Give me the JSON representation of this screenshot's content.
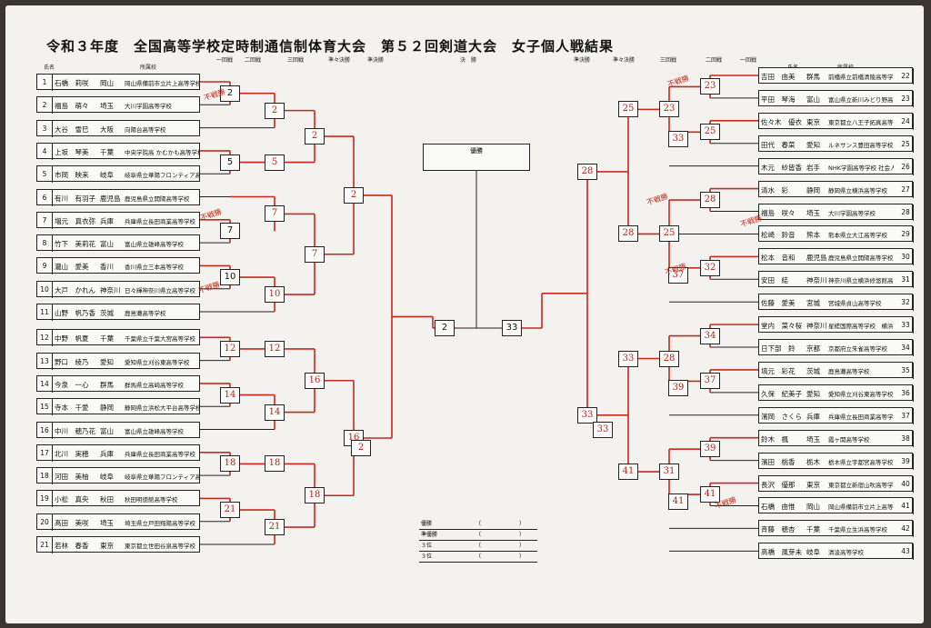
{
  "title": "令和３年度　全国高等学校定時制通信制体育大会　第５２回剣道大会　女子個人戦結果",
  "round_headers_left": [
    "一回戦",
    "二回戦",
    "三回戦",
    "準々決勝",
    "準決勝"
  ],
  "round_headers_right": [
    "準決勝",
    "準々決勝",
    "三回戦",
    "二回戦",
    "一回戦"
  ],
  "final_header": "決　勝",
  "col_headers": {
    "name": "氏名",
    "school": "所属校"
  },
  "champion_label": "優勝",
  "results": [
    {
      "label": "優勝",
      "paren": "（　　　　　　　）"
    },
    {
      "label": "準優勝",
      "paren": "（　　　　　　　）"
    },
    {
      "label": "３位",
      "paren": "（　　　　　　　）"
    },
    {
      "label": "３位",
      "paren": "（　　　　　　　）"
    }
  ],
  "left_players": [
    {
      "no": "1",
      "name": "石橋　莉咲",
      "pref": "岡山",
      "school": "岡山県備前市立片上高等学校"
    },
    {
      "no": "2",
      "name": "福島　萌々",
      "pref": "埼玉",
      "school": "大川学園高等学校"
    },
    {
      "no": "3",
      "name": "大谷　雪巳",
      "pref": "大阪",
      "school": "向陽台高等学校"
    },
    {
      "no": "4",
      "name": "上坂　琴美",
      "pref": "千葉",
      "school": "中央学院高 かむかも高等学校 鶴ヶキャンパス"
    },
    {
      "no": "5",
      "name": "市岡　映来",
      "pref": "岐阜",
      "school": "岐阜県立華陽フロンティア高等学校"
    },
    {
      "no": "6",
      "name": "有川　有羽子",
      "pref": "鹿児島",
      "school": "鹿児島県立開陽高等学校"
    },
    {
      "no": "7",
      "name": "増元　真衣弥",
      "pref": "兵庫",
      "school": "兵庫県立長田商業高等学校"
    },
    {
      "no": "8",
      "name": "竹下　美莉花",
      "pref": "富山",
      "school": "富山県立雄峰高等学校"
    },
    {
      "no": "9",
      "name": "瀧山　愛美",
      "pref": "香川",
      "school": "香川県立三本高等学校"
    },
    {
      "no": "10",
      "name": "大戸　かれん",
      "pref": "神奈川",
      "school": "日々輝神奈川県立高等学校"
    },
    {
      "no": "11",
      "name": "山野　帆乃香",
      "pref": "茨城",
      "school": "鹿島灘高等学校"
    },
    {
      "no": "12",
      "name": "中野　帆夏",
      "pref": "千葉",
      "school": "千葉県立千葉大宮高等学校"
    },
    {
      "no": "13",
      "name": "野口　綾乃",
      "pref": "愛知",
      "school": "愛知県立刈谷東高等学校"
    },
    {
      "no": "14",
      "name": "今泉　一心",
      "pref": "群馬",
      "school": "群馬県立高崎高等学校"
    },
    {
      "no": "15",
      "name": "寺本　千愛",
      "pref": "静岡",
      "school": "静岡県立浜松大平台高等学校"
    },
    {
      "no": "16",
      "name": "中川　穂乃花",
      "pref": "富山",
      "school": "富山県立雄峰高等学校"
    },
    {
      "no": "17",
      "name": "北川　実穂",
      "pref": "兵庫",
      "school": "兵庫県立長田商業高等学校"
    },
    {
      "no": "18",
      "name": "河田　美柚",
      "pref": "岐阜",
      "school": "岐阜県立華陽フロンティア高等学校"
    },
    {
      "no": "19",
      "name": "小松　真央",
      "pref": "秋田",
      "school": "秋田明徳館高等学校"
    },
    {
      "no": "20",
      "name": "髙田　美咲",
      "pref": "埼玉",
      "school": "埼玉県立戸田翔陽高等学校"
    },
    {
      "no": "21",
      "name": "若林　春香",
      "pref": "東京",
      "school": "東京都立世田谷泉高等学校"
    }
  ],
  "right_players": [
    {
      "no": "22",
      "name": "吉田　由美",
      "pref": "群馬",
      "school": "前橋県立前橋清陵高等学校"
    },
    {
      "no": "23",
      "name": "平田　琴海",
      "pref": "富山",
      "school": "富山県立新川みどり野高等学校"
    },
    {
      "no": "24",
      "name": "佐々木　優衣",
      "pref": "東京",
      "school": "東京都立八王子拓真高等学校"
    },
    {
      "no": "25",
      "name": "田代　春菜",
      "pref": "愛知",
      "school": "ルネサンス豊田高等学校"
    },
    {
      "no": "26",
      "name": "木元　紗皆香",
      "pref": "岩手",
      "school": "NHK学園高等学校 社会人コース"
    },
    {
      "no": "27",
      "name": "清水　彩",
      "pref": "静岡",
      "school": "静岡県立横浜高等学校"
    },
    {
      "no": "28",
      "name": "福島　咲々",
      "pref": "埼玉",
      "school": "大川学園高等学校"
    },
    {
      "no": "29",
      "name": "松崎　鈴音",
      "pref": "熊本",
      "school": "熊本県立大江高等学校"
    },
    {
      "no": "30",
      "name": "松本　音和",
      "pref": "鹿児島",
      "school": "鹿児島県立開陽高等学校"
    },
    {
      "no": "31",
      "name": "安田　結",
      "pref": "神奈川",
      "school": "神奈川県立横浜修悠館高等学校"
    },
    {
      "no": "32",
      "name": "佐藤　愛美",
      "pref": "宮城",
      "school": "宮城県貞山高等学校"
    },
    {
      "no": "33",
      "name": "堂内　菜々桜",
      "pref": "神奈川",
      "school": "星槎国際高等学校　横浜"
    },
    {
      "no": "34",
      "name": "日下部　鈴",
      "pref": "京都",
      "school": "京都府立朱雀高等学校"
    },
    {
      "no": "35",
      "name": "塙元　彩花",
      "pref": "茨城",
      "school": "鹿島灘高等学校"
    },
    {
      "no": "36",
      "name": "久保　紀美子",
      "pref": "愛知",
      "school": "愛知県立刈谷東高等学校"
    },
    {
      "no": "37",
      "name": "濱岡　さくら",
      "pref": "兵庫",
      "school": "兵庫県立長田商業高等学校"
    },
    {
      "no": "38",
      "name": "鈴木　楓",
      "pref": "埼玉",
      "school": "霞ヶ関高等学校"
    },
    {
      "no": "39",
      "name": "濱田　桃香",
      "pref": "栃木",
      "school": "栃木県立宇都宮高等学校"
    },
    {
      "no": "40",
      "name": "長沢　優那",
      "pref": "東京",
      "school": "東京都立新宿山吹高等学校"
    },
    {
      "no": "41",
      "name": "石橋　由惟",
      "pref": "岡山",
      "school": "岡山県備前市立片上高等学校"
    },
    {
      "no": "42",
      "name": "斉藤　穂杏",
      "pref": "千葉",
      "school": "千葉県立生浜高等学校"
    },
    {
      "no": "43",
      "name": "高橋　風芽未",
      "pref": "岐阜",
      "school": "清凌高等学校"
    }
  ],
  "left_boxes": {
    "r1": [
      "2",
      "5",
      "7",
      "10",
      "12",
      "14",
      "18",
      "21"
    ],
    "r2": [
      "2",
      "5",
      "7",
      "10",
      "12",
      "14",
      "18",
      "21"
    ],
    "r3": [
      "2",
      "7",
      "16",
      "18"
    ],
    "qf": [
      "2",
      "16"
    ],
    "sf": "2"
  },
  "right_boxes": {
    "r1": [
      "23",
      "25",
      "28",
      "32",
      "34",
      "37",
      "39",
      "41"
    ],
    "r2": [
      "23",
      "25",
      "28",
      "31",
      "33",
      "37",
      "39",
      "41"
    ],
    "r3": [
      "25",
      "28",
      "33",
      "41"
    ],
    "qf": [
      "28",
      "33"
    ],
    "sf": "33"
  },
  "final": {
    "left": "2",
    "right": "33"
  },
  "annotations": [
    {
      "t": "不戦勝"
    },
    {
      "t": "不戦勝"
    },
    {
      "t": "不戦勝"
    },
    {
      "t": "不戦勝"
    },
    {
      "t": "不戦勝"
    },
    {
      "t": "不戦勝"
    },
    {
      "t": "不戦勝"
    },
    {
      "t": "不戦勝"
    }
  ]
}
